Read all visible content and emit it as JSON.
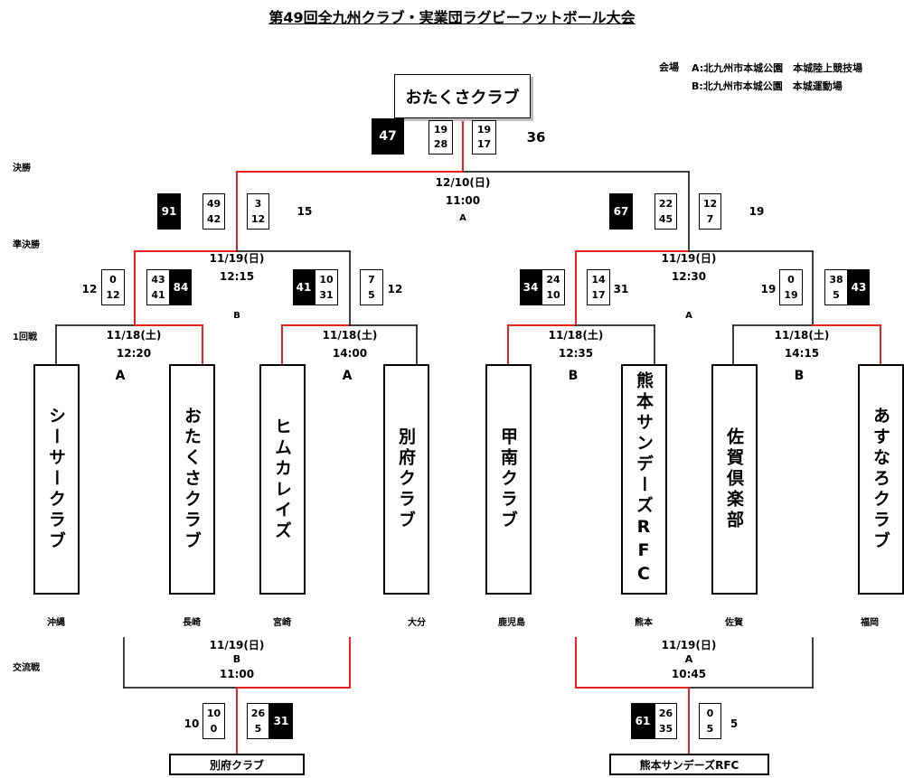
{
  "title": "第49回全九州クラブ・実業団ラグビーフットボール大会",
  "venue": {
    "label": "会場",
    "a": "A:北九州市本城公園　本城陸上競技場",
    "b": "B:北九州市本城公園　本城運動場"
  },
  "rounds": {
    "final": "決勝",
    "semifinal": "準決勝",
    "first": "1回戦",
    "exchange": "交流戦"
  },
  "champion": "おたくさクラブ",
  "teams": [
    {
      "name": "シーサークラブ",
      "pref": "沖縄"
    },
    {
      "name": "おたくさクラブ",
      "pref": "長崎"
    },
    {
      "name": "ヒムカレイズ",
      "pref": "宮崎"
    },
    {
      "name": "別府クラブ",
      "pref": "大分"
    },
    {
      "name": "甲南クラブ",
      "pref": "鹿児島"
    },
    {
      "name": "熊本サンデーズRFC",
      "pref": "熊本"
    },
    {
      "name": "佐賀倶楽部",
      "pref": "佐賀"
    },
    {
      "name": "あすなろクラブ",
      "pref": "福岡"
    }
  ],
  "first_round": [
    {
      "date": "11/18(土)",
      "time": "12:20",
      "venue": "A",
      "left": {
        "h1": "0",
        "h2": "12",
        "total": "12"
      },
      "right": {
        "h1": "43",
        "h2": "41",
        "total": "84"
      }
    },
    {
      "date": "11/18(土)",
      "time": "14:00",
      "venue": "A",
      "left": {
        "h1": "10",
        "h2": "31",
        "total": "41"
      },
      "right": {
        "h1": "7",
        "h2": "5",
        "total": "12"
      }
    },
    {
      "date": "11/18(土)",
      "time": "12:35",
      "venue": "B",
      "left": {
        "h1": "24",
        "h2": "10",
        "total": "34"
      },
      "right": {
        "h1": "14",
        "h2": "17",
        "total": "31"
      }
    },
    {
      "date": "11/18(土)",
      "time": "14:15",
      "venue": "B",
      "left": {
        "h1": "0",
        "h2": "19",
        "total": "19"
      },
      "right": {
        "h1": "38",
        "h2": "5",
        "total": "43"
      }
    }
  ],
  "semifinals": [
    {
      "date": "11/19(日)",
      "time": "12:15",
      "venue": "B",
      "left": {
        "h1": "49",
        "h2": "42",
        "total": "91"
      },
      "right": {
        "h1": "3",
        "h2": "12",
        "total": "15"
      }
    },
    {
      "date": "11/19(日)",
      "time": "12:30",
      "venue": "A",
      "left": {
        "h1": "22",
        "h2": "45",
        "total": "67"
      },
      "right": {
        "h1": "12",
        "h2": "7",
        "total": "19"
      }
    }
  ],
  "final": {
    "date": "12/10(日)",
    "time": "11:00",
    "venue": "A",
    "left": {
      "h1": "19",
      "h2": "28",
      "total": "47"
    },
    "right": {
      "h1": "19",
      "h2": "17",
      "total": "36"
    }
  },
  "exchange": [
    {
      "date": "11/19(日)",
      "venue": "B",
      "time": "11:00",
      "winner": "別府クラブ",
      "left": {
        "h1": "10",
        "h2": "0",
        "total": "10"
      },
      "right": {
        "h1": "26",
        "h2": "5",
        "total": "31"
      }
    },
    {
      "date": "11/19(日)",
      "venue": "A",
      "time": "10:45",
      "winner": "熊本サンデーズRFC",
      "left": {
        "h1": "26",
        "h2": "35",
        "total": "61"
      },
      "right": {
        "h1": "0",
        "h2": "5",
        "total": "5"
      }
    }
  ],
  "colors": {
    "advance_line": "#e8221e",
    "line": "#000000",
    "winner_score": "#000000"
  }
}
